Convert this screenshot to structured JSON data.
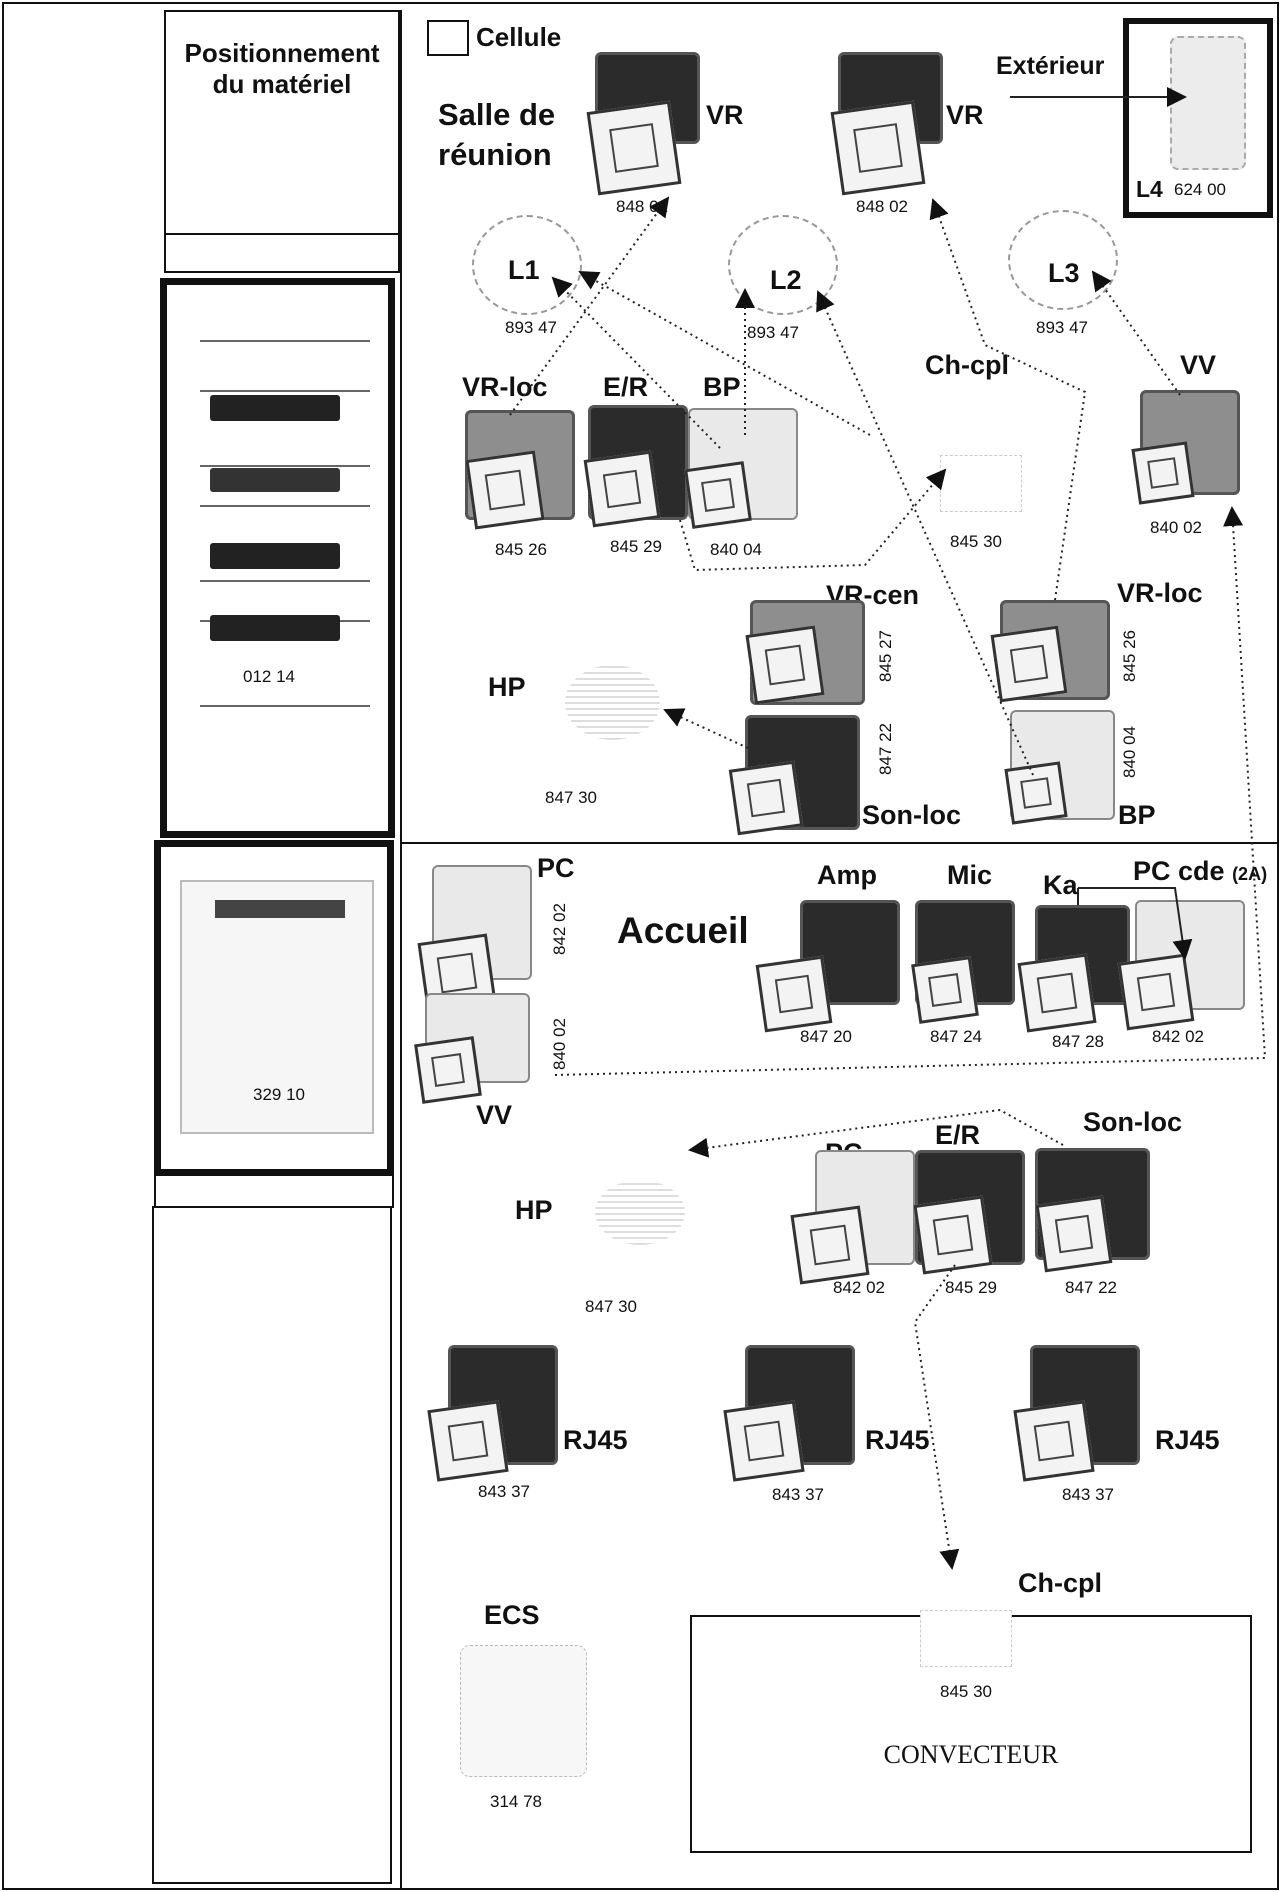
{
  "sidebar": {
    "title": "Positionnement du matériel"
  },
  "panels": {
    "p1_code": "012 14",
    "p2_code": "329 10"
  },
  "legend": {
    "cellule": "Cellule"
  },
  "salle": {
    "title": "Salle de réunion",
    "vr1": {
      "label": "VR",
      "code": "848 02"
    },
    "vr2": {
      "label": "VR",
      "code": "848 02"
    },
    "exterieur": "Extérieur",
    "l4": {
      "label": "L4",
      "code": "624 00"
    },
    "l1": {
      "label": "L1",
      "code": "893 47"
    },
    "l2": {
      "label": "L2",
      "code": "893 47"
    },
    "l3": {
      "label": "L3",
      "code": "893 47"
    },
    "vrloc": {
      "label": "VR-loc",
      "code": "845 26"
    },
    "er": {
      "label": "E/R",
      "code": "845 29"
    },
    "bp": {
      "label": "BP",
      "code": "840 04"
    },
    "chcpl": {
      "label": "Ch-cpl",
      "code": "845 30"
    },
    "vv": {
      "label": "VV",
      "code": "840 02"
    },
    "vrcen": {
      "label": "VR-cen",
      "code": "845 27"
    },
    "vrloc2": {
      "label": "VR-loc",
      "code": "845 26"
    },
    "hp": {
      "label": "HP",
      "code": "847 30"
    },
    "sonloc": {
      "label": "Son-loc",
      "code": "847 22"
    },
    "bp2": {
      "label": "BP",
      "code": "840 04"
    }
  },
  "accueil": {
    "title": "Accueil",
    "pc1": {
      "label": "PC",
      "code": "842 02"
    },
    "vv": {
      "label": "VV",
      "code": "840 02"
    },
    "amp": {
      "label": "Amp",
      "code": "847 20"
    },
    "mic": {
      "label": "Mic",
      "code": "847 24"
    },
    "ka": {
      "label": "Ka",
      "code": "847 28"
    },
    "pccde": {
      "label": "PC cde",
      "suffix": "(2A)",
      "code": "842 02"
    },
    "hp": {
      "label": "HP",
      "code": "847 30"
    },
    "pc2": {
      "label": "PC",
      "code": "842 02"
    },
    "er": {
      "label": "E/R",
      "code": "845 29"
    },
    "sonloc": {
      "label": "Son-loc",
      "code": "847 22"
    },
    "rj1": {
      "label": "RJ45",
      "code": "843 37"
    },
    "rj2": {
      "label": "RJ45",
      "code": "843 37"
    },
    "rj3": {
      "label": "RJ45",
      "code": "843 37"
    },
    "chcpl": {
      "label": "Ch-cpl",
      "code": "845 30"
    },
    "ecs": {
      "label": "ECS",
      "code": "314 78"
    },
    "convecteur": "CONVECTEUR"
  }
}
